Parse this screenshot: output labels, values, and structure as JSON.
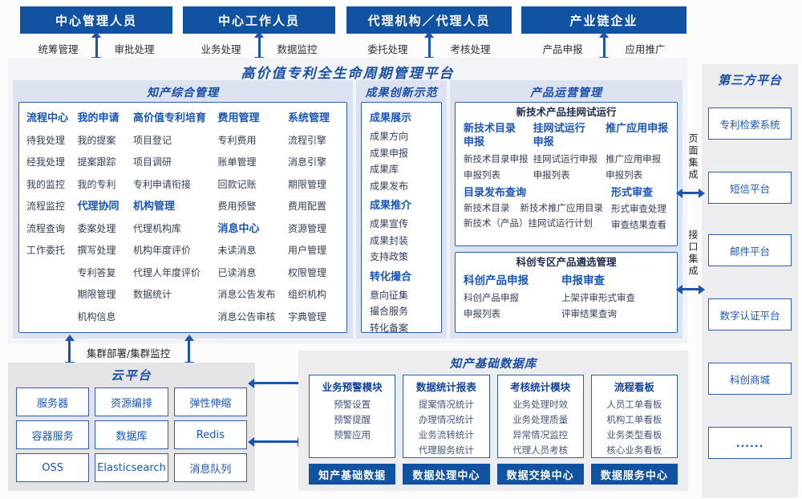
{
  "colors": {
    "header_bar": "#1252a3",
    "accent_blue": "#1a56b8",
    "title_blue": "#1a4fa5",
    "arrow": "#1d55ae",
    "panel_lavender": "#dde2f0",
    "panel_gray": "#ededef",
    "box_border": "#2e5fae",
    "item_text": "#323e57"
  },
  "top_actors": [
    {
      "title": "中心管理人员",
      "left_label": "统筹管理",
      "right_label": "审批处理"
    },
    {
      "title": "中心工作人员",
      "left_label": "业务处理",
      "right_label": "数据监控"
    },
    {
      "title": "代理机构／代理人员",
      "left_label": "委托处理",
      "right_label": "考核处理"
    },
    {
      "title": "产业链企业",
      "left_label": "产品申报",
      "right_label": "应用推广"
    }
  ],
  "platform": {
    "title": "高价值专利全生命周期管理平台",
    "sections": {
      "zhichan": {
        "title": "知产综合管理",
        "columns": [
          {
            "groups": [
              {
                "header": "流程中心",
                "items": [
                  "待我处理",
                  "经我处理",
                  "我的监控",
                  "流程监控",
                  "流程查询",
                  "工作委托"
                ]
              }
            ]
          },
          {
            "groups": [
              {
                "header": "我的申请",
                "items": [
                  "我的提案",
                  "提案跟踪",
                  "我的专利"
                ]
              },
              {
                "header": "代理协同",
                "items": [
                  "委案处理",
                  "撰写处理",
                  "专利答复",
                  "期限管理",
                  "机构信息"
                ]
              }
            ]
          },
          {
            "groups": [
              {
                "header": "高价值专利培育",
                "items": [
                  "项目登记",
                  "项目调研",
                  "专利申请衔接"
                ]
              },
              {
                "header": "机构管理",
                "items": [
                  "代理机构库",
                  "机构年度评价",
                  "代理人年度评价",
                  "数据统计"
                ]
              }
            ]
          },
          {
            "groups": [
              {
                "header": "费用管理",
                "items": [
                  "专利费用",
                  "账单管理",
                  "回款记账",
                  "费用预警"
                ]
              },
              {
                "header": "消息中心",
                "items": [
                  "未读消息",
                  "已读消息",
                  "消息公告发布",
                  "消息公告审核"
                ]
              }
            ]
          },
          {
            "groups": [
              {
                "header": "系统管理",
                "items": [
                  "流程引擎",
                  "消息引擎",
                  "期限管理",
                  "费用配置",
                  "资源管理",
                  "用户管理",
                  "权限管理",
                  "组织机构",
                  "字典管理"
                ]
              }
            ]
          }
        ]
      },
      "chengguo": {
        "title": "成果创新示范",
        "groups": [
          {
            "header": "成果展示",
            "items": [
              "成果方向",
              "成果申报",
              "成果库",
              "成果发布"
            ]
          },
          {
            "header": "成果推介",
            "items": [
              "成果宣传",
              "成果封装",
              "支持政策"
            ]
          },
          {
            "header": "转化撮合",
            "items": [
              "意向征集",
              "撮合服务",
              "转化备案"
            ]
          }
        ]
      },
      "chanpin": {
        "title": "产品运营管理",
        "box1": {
          "title": "新技术产品挂网试运行",
          "columns": [
            {
              "header": "新技术目录\n申报",
              "items": [
                "新技术目录申报",
                "申报列表"
              ]
            },
            {
              "header": "挂网试运行\n申报",
              "items": [
                "挂网试运行申报",
                "申报列表"
              ]
            },
            {
              "header": "推广应用申报",
              "items": [
                "推广应用申报",
                "申报列表"
              ]
            }
          ],
          "row2_left": {
            "header": "目录发布查询",
            "line1a": "新技术目录",
            "line1b": "新技术推广应用目录",
            "line2": "新技术（产品）挂网试运行计划"
          },
          "row2_right": {
            "header": "形式审查",
            "items": [
              "形式审查处理",
              "审查结果查看"
            ]
          }
        },
        "box2": {
          "title": "科创专区产品遴选管理",
          "columns": [
            {
              "header": "科创产品申报",
              "items": [
                "科创产品申报",
                "申报列表"
              ]
            },
            {
              "header": "申报审查",
              "items": [
                "上架评审形式审查",
                "评审结果查询"
              ]
            }
          ]
        }
      }
    }
  },
  "third_party": {
    "title": "第三方平台",
    "boxes": [
      "专利检索系统",
      "短信平台",
      "邮件平台",
      "数字认证平台",
      "科创商城",
      "......"
    ]
  },
  "integration": {
    "page": "页面集成",
    "api": "接口集成"
  },
  "cluster_label": "集群部署/集群监控",
  "cloud": {
    "title": "云平台",
    "boxes": [
      "服务器",
      "资源编排",
      "弹性伸缩",
      "容器服务",
      "数据库",
      "Redis",
      "OSS",
      "Elasticsearch",
      "消息队列"
    ]
  },
  "database": {
    "title": "知产基础数据库",
    "modules": [
      {
        "header": "业务预警模块",
        "items": [
          "预警设置",
          "预警提醒",
          "预警应用"
        ],
        "bar": "知产基础数据"
      },
      {
        "header": "数据统计报表",
        "items": [
          "提案情况统计",
          "办理情况统计",
          "业务流转统计",
          "代理服务统计"
        ],
        "bar": "数据处理中心"
      },
      {
        "header": "考核统计模块",
        "items": [
          "业务处理时效",
          "业务处理质量",
          "异常情况监控",
          "代理人员考核"
        ],
        "bar": "数据交换中心"
      },
      {
        "header": "流程看板",
        "items": [
          "人员工单看板",
          "机构工单看板",
          "业务类型看板",
          "核心业务看板"
        ],
        "bar": "数据服务中心"
      }
    ]
  }
}
